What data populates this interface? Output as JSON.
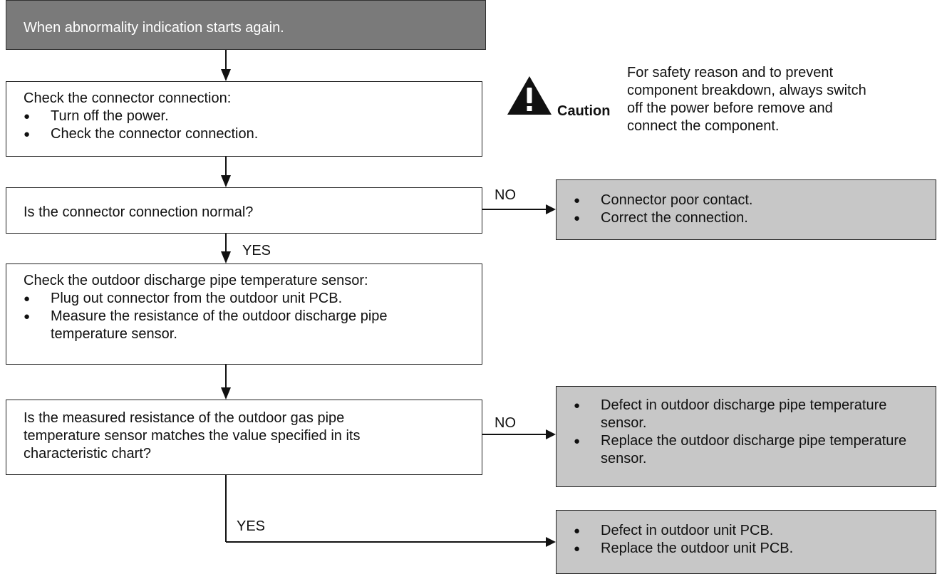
{
  "header": {
    "text": "When abnormality indication starts again."
  },
  "step1": {
    "title": "Check the connector connection:",
    "bullets": [
      "Turn off the power.",
      "Check the connector connection."
    ]
  },
  "caution": {
    "label": "Caution",
    "note_lines": [
      "For safety reason and to prevent",
      "component breakdown, always switch",
      "off the power before remove and",
      "connect the component."
    ]
  },
  "decision1": {
    "text": "Is the connector connection normal?",
    "no_label": "NO",
    "yes_label": "YES"
  },
  "result1": {
    "bullets": [
      "Connector poor contact.",
      "Correct the connection."
    ]
  },
  "step2": {
    "title": "Check the outdoor discharge pipe temperature sensor:",
    "bullets": [
      "Plug out connector from the outdoor unit PCB.",
      "Measure the resistance of the outdoor discharge pipe temperature sensor."
    ]
  },
  "decision2": {
    "lines": [
      "Is the measured resistance of the outdoor gas pipe",
      "temperature sensor matches the value specified in its",
      "characteristic chart?"
    ],
    "no_label": "NO",
    "yes_label": "YES"
  },
  "result2": {
    "bullets": [
      "Defect in outdoor discharge pipe temperature sensor.",
      "Replace the outdoor discharge pipe temperature sensor."
    ]
  },
  "result3": {
    "bullets": [
      "Defect in outdoor unit PCB.",
      "Replace the outdoor unit PCB."
    ]
  }
}
